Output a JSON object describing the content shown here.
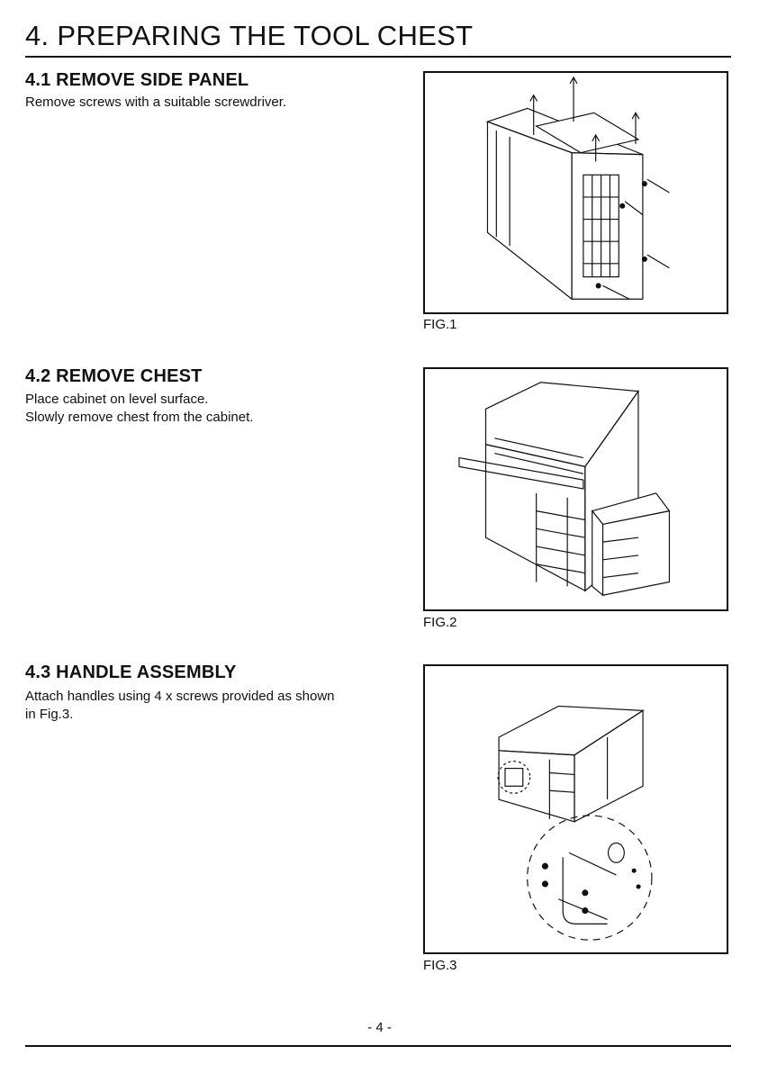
{
  "header": {
    "title": "4.   PREPARING THE TOOL CHEST"
  },
  "sections": [
    {
      "heading": "4.1  REMOVE SIDE PANEL",
      "lines": [
        "Remove screws with a suitable screwdriver."
      ],
      "figure_caption": "FIG.1"
    },
    {
      "heading": "4.2  REMOVE CHEST",
      "lines": [
        "Place cabinet on level surface.",
        "Slowly remove chest from the cabinet."
      ],
      "figure_caption": "FIG.2"
    },
    {
      "heading": "4.3  HANDLE ASSEMBLY",
      "lines": [
        "Attach handles using 4 x screws provided as shown",
        "in Fig.3."
      ],
      "figure_caption": "FIG.3"
    }
  ],
  "footer": {
    "page_number": "- 4 -"
  }
}
